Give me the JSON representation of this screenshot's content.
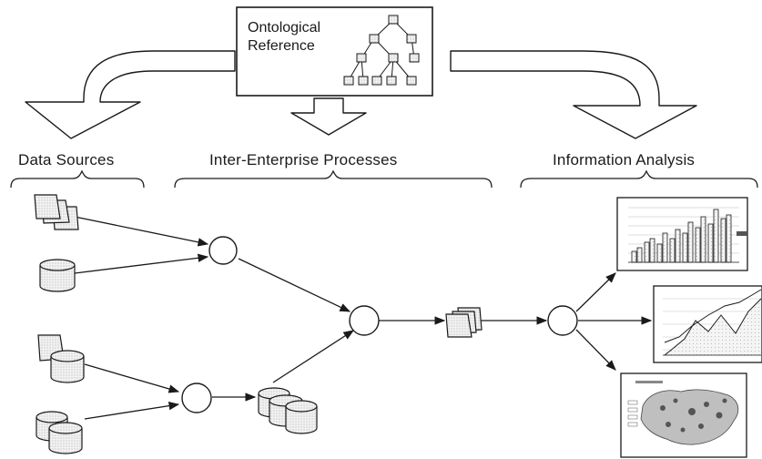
{
  "ontology": {
    "line1": "Ontological",
    "line2": "Reference"
  },
  "sections": {
    "data_sources": "Data Sources",
    "processes": "Inter-Enterprise Processes",
    "analysis": "Information Analysis"
  }
}
